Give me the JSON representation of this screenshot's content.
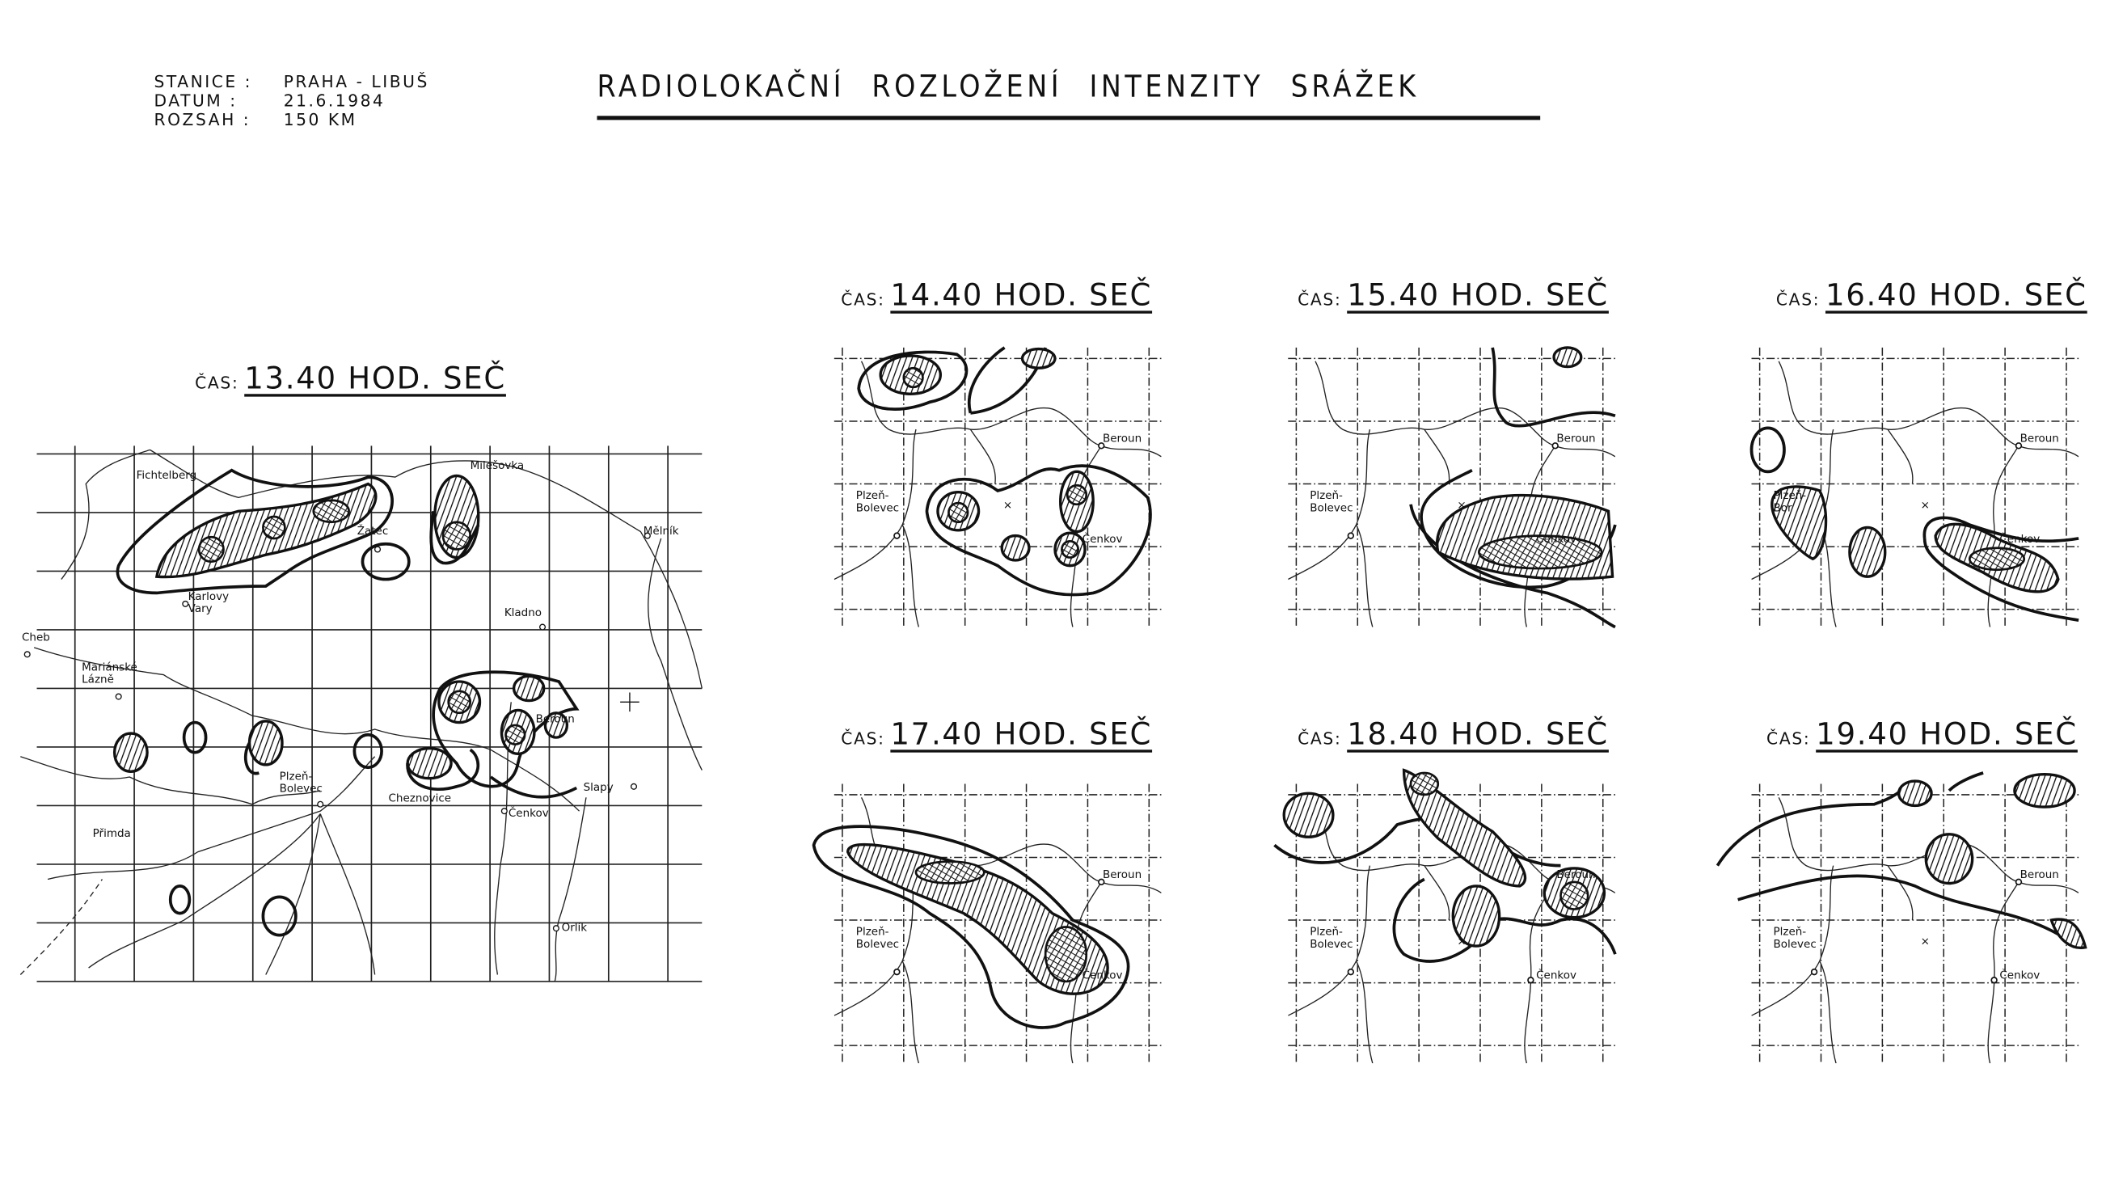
{
  "header": {
    "station_label": "STANICE :",
    "station_value": "PRAHA - LIBUŠ",
    "date_label": "DATUM :",
    "date_value": "21.6.1984",
    "range_label": "ROZSAH :",
    "range_value": "150 KM"
  },
  "title": "RADIOLOKAČNÍ ROZLOŽENÍ INTENZITY SRÁŽEK",
  "time_label": "ČAS:",
  "main_map": {
    "time": "13.40 HOD. SEČ",
    "places": {
      "fichtelberg": "Fichtelberg",
      "milesovka": "Milešovka",
      "zatec": "Žatec",
      "melnik": "Mělník",
      "karlovy_vary": "Karlovy Vary",
      "kladno": "Kladno",
      "cheb": "Cheb",
      "marianske_lazne": "Mariánské Lázně",
      "beroun": "Beroun",
      "plzen_bolevec": "Plzeň-Bolevec",
      "cheznovice": "Cheznovice",
      "cenkov": "Čenkov",
      "slapy": "Slapy",
      "primda": "Přimda",
      "orlik": "Orlík"
    }
  },
  "panels": [
    {
      "time": "14.40 HOD. SEČ",
      "beroun": "Beroun",
      "plzen": "Plzeň-Bolevec",
      "cenkov": "Čenkov"
    },
    {
      "time": "15.40 HOD. SEČ",
      "beroun": "Beroun",
      "plzen": "Plzeň-Bolevec",
      "cenkov": "Čenkov"
    },
    {
      "time": "16.40 HOD. SEČ",
      "beroun": "Beroun",
      "plzen": "Plzeň-Bor",
      "cenkov": "Čenkov"
    },
    {
      "time": "17.40 HOD. SEČ",
      "beroun": "Beroun",
      "plzen": "Plzeň-Bolevec",
      "cenkov": "Čenkov"
    },
    {
      "time": "18.40 HOD. SEČ",
      "beroun": "Beroun",
      "plzen": "Plzeň-Bolevec",
      "cenkov": "Čenkov"
    },
    {
      "time": "19.40 HOD. SEČ",
      "beroun": "Beroun",
      "plzen": "Plzeň-Bolevec",
      "cenkov": "Čenkov"
    }
  ]
}
